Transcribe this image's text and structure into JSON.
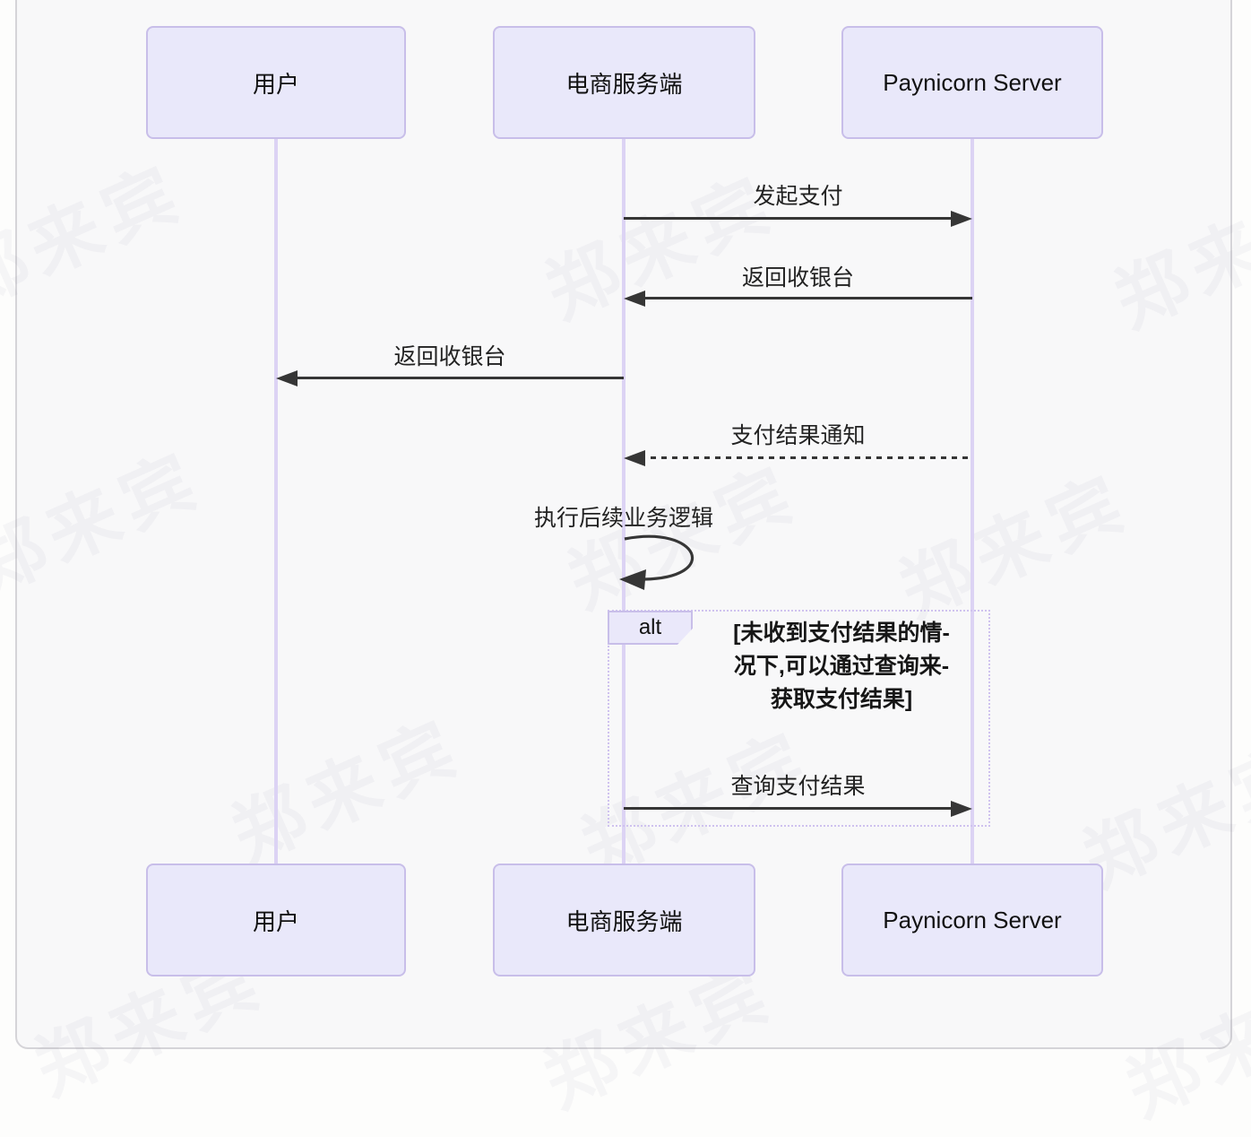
{
  "diagram_type": "sequence",
  "participants": [
    {
      "name": "用户"
    },
    {
      "name": "电商服务端"
    },
    {
      "name": "Paynicorn Server"
    }
  ],
  "messages": [
    {
      "from": "电商服务端",
      "to": "Paynicorn Server",
      "label": "发起支付",
      "line": "solid",
      "direction": "right"
    },
    {
      "from": "Paynicorn Server",
      "to": "电商服务端",
      "label": "返回收银台",
      "line": "solid",
      "direction": "left"
    },
    {
      "from": "电商服务端",
      "to": "用户",
      "label": "返回收银台",
      "line": "solid",
      "direction": "left"
    },
    {
      "from": "Paynicorn Server",
      "to": "电商服务端",
      "label": "支付结果通知",
      "line": "dashed",
      "direction": "left"
    },
    {
      "from": "电商服务端",
      "to": "电商服务端",
      "label": "执行后续业务逻辑",
      "line": "solid",
      "direction": "self"
    },
    {
      "from": "电商服务端",
      "to": "Paynicorn Server",
      "label": "查询支付结果",
      "line": "solid",
      "direction": "right"
    }
  ],
  "fragment": {
    "operator": "alt",
    "condition_lines": [
      "[未收到支付结果的情-",
      "况下,可以通过查询来-",
      "获取支付结果]"
    ]
  },
  "watermark": {
    "text": "郑来宾"
  },
  "colors": {
    "actor_fill": "#E9E8FA",
    "actor_border": "#C8BEE9",
    "lifeline": "#DCD3F4",
    "message_line": "#363636",
    "fragment_border": "#CFC2EF",
    "card_background": "#F8F8F9",
    "card_border": "#D5D4D8"
  }
}
